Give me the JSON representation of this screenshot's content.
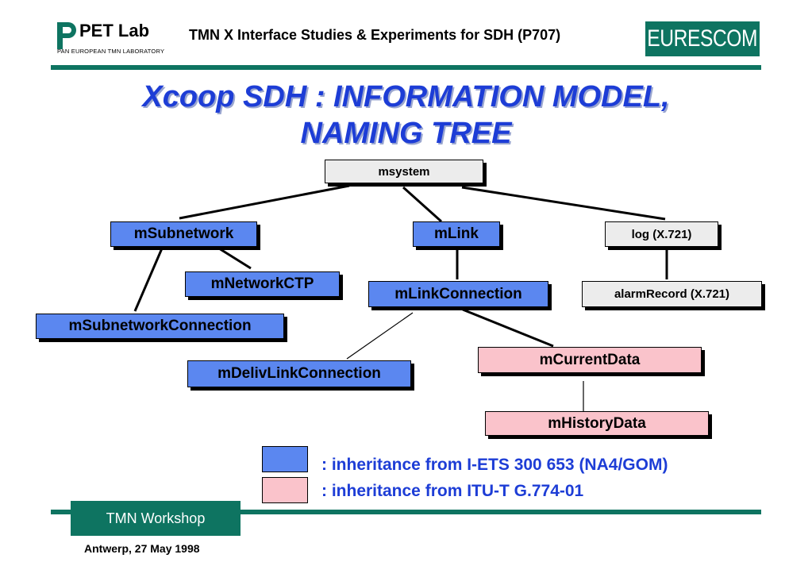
{
  "header": {
    "logo_name": "PET Lab",
    "logo_subtitle": "PAN  EUROPEAN  TMN LABORATORY",
    "title": "TMN X Interface Studies & Experiments for SDH (P707)",
    "brand": "EURESCOM"
  },
  "slide_title": {
    "line1": "Xcoop SDH : INFORMATION MODEL,",
    "line2": "NAMING TREE"
  },
  "nodes": {
    "msystem": "msystem",
    "msubnetwork": "mSubnetwork",
    "mlink": "mLink",
    "log": "log (X.721)",
    "mnetworkctp": "mNetworkCTP",
    "mlinkconnection": "mLinkConnection",
    "alarmrecord": "alarmRecord (X.721)",
    "msubnetworkconnection": "mSubnetworkConnection",
    "mcurrentdata": "mCurrentData",
    "mdelivlinkconnection": "mDelivLinkConnection",
    "mhistorydata": "mHistoryData"
  },
  "legend": {
    "blue": ": inheritance from I-ETS 300 653 (NA4/GOM)",
    "pink": ": inheritance from ITU-T G.774-01"
  },
  "footer": {
    "workshop": "TMN Workshop",
    "date": "Antwerp, 27 May 1998"
  },
  "colors": {
    "accent_green": "#0e7461",
    "title_blue": "#1d3dd6",
    "node_blue": "#5b87f0",
    "node_pink": "#fac3cb",
    "node_gray": "#ececec"
  }
}
